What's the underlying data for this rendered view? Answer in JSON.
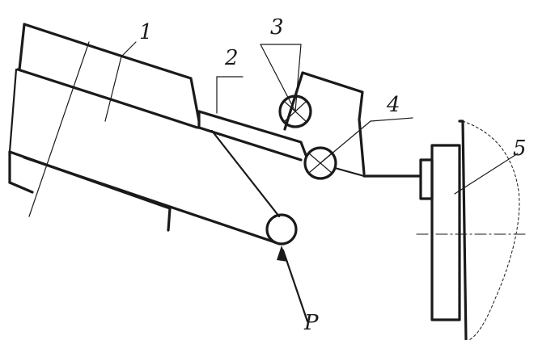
{
  "figure": {
    "labels": {
      "part_1": "1",
      "part_2": "2",
      "part_3": "3",
      "part_4": "4",
      "part_5": "5",
      "force": "P"
    }
  }
}
